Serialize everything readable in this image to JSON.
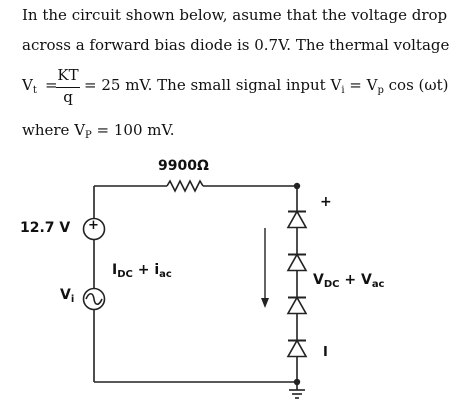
{
  "problem": {
    "line1": "In the circuit shown below, asume that the voltage drop",
    "line2": "across a forward bias diode is 0.7V. The thermal voltage",
    "vt_label": "V",
    "vt_sub": "t",
    "equals1": "=",
    "frac_num": "KT",
    "frac_den": "q",
    "line3_rest": "= 25 mV. The small signal input V",
    "vi_sub": "i",
    "line3_mid": " = V",
    "vp_sub": "p",
    "line3_end": " cos (ωt)",
    "line4_a": "where V",
    "line4_sub": "P",
    "line4_b": " = 100 mV."
  },
  "circuit": {
    "resistor_label": "9900Ω",
    "dc_source_label": "12.7 V",
    "dc_source_symbol": "+",
    "ac_source_label": "V",
    "ac_source_sub": "i",
    "current_label": "I",
    "current_sub1": "DC",
    "current_plus": " + i",
    "current_sub2": "ac",
    "voltage_label": "V",
    "voltage_sub1": "DC",
    "voltage_plus": " + V",
    "voltage_sub2": "ac",
    "plus_sign": "+",
    "minus_sign": "I",
    "diode_count": 4
  }
}
